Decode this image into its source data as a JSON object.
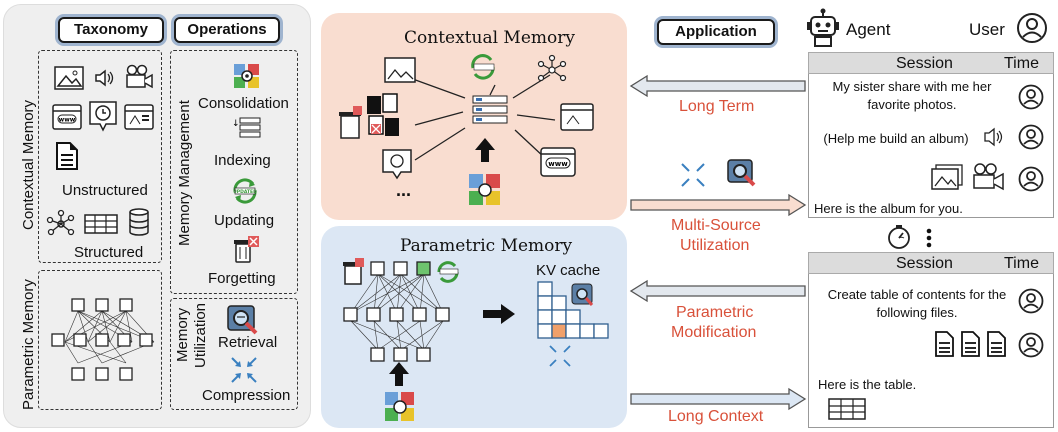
{
  "left": {
    "taxonomy_label": "Taxonomy",
    "operations_label": "Operations",
    "contextual_memory_vertical": "Contextual Memory",
    "parametric_memory_vertical": "Parametric Memory",
    "unstructured_label": "Unstructured",
    "structured_label": "Structured",
    "memory_management_vertical": "Memory Management",
    "memory_utilization_vertical_1": "Memory",
    "memory_utilization_vertical_2": "Utilization",
    "ops": [
      "Consolidation",
      "Indexing",
      "Updating",
      "Forgetting"
    ],
    "util_ops": [
      "Retrieval",
      "Compression"
    ]
  },
  "center": {
    "contextual_title": "Contextual Memory",
    "parametric_title": "Parametric Memory",
    "kv_cache_label": "KV cache",
    "ellipsis": "...",
    "updated_badge": "UPDATED"
  },
  "arrows": {
    "long_term": "Long Term",
    "multi_source_1": "Multi-Source",
    "multi_source_2": "Utilization",
    "parametric_mod_1": "Parametric",
    "parametric_mod_2": "Modification",
    "long_context": "Long Context"
  },
  "right": {
    "application_label": "Application",
    "agent_label": "Agent",
    "user_label": "User",
    "session1": {
      "header": "Session",
      "time": "Time",
      "msg1_line1": "My sister share with me her",
      "msg1_line2": "favorite photos.",
      "msg2": "(Help me build an album)",
      "msg3": "Here is the album for you."
    },
    "session2": {
      "header": "Session",
      "time": "Time",
      "msg1_line1": "Create table of contents for the",
      "msg1_line2": "following files.",
      "msg2": "Here is the table."
    }
  },
  "colors": {
    "contextual_panel": "#f9ddd0",
    "parametric_panel": "#dce7f4",
    "left_panel": "#efefef",
    "accent_red": "#d9513a",
    "arrow_fill": "#e3e8ee"
  }
}
